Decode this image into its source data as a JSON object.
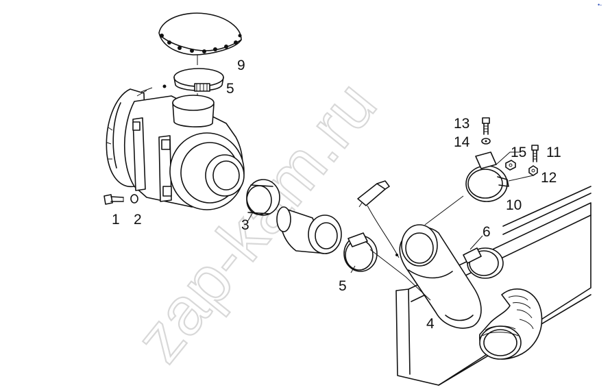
{
  "watermark": {
    "text": "zap-kam.ru"
  },
  "corner_mark": {
    "text": "•-"
  },
  "callouts": [
    {
      "id": "9",
      "text": "9"
    },
    {
      "id": "5a",
      "text": "5"
    },
    {
      "id": "1",
      "text": "1"
    },
    {
      "id": "2",
      "text": "2"
    },
    {
      "id": "3",
      "text": "3"
    },
    {
      "id": "5b",
      "text": "5"
    },
    {
      "id": "4",
      "text": "4"
    },
    {
      "id": "6",
      "text": "6"
    },
    {
      "id": "10",
      "text": "10"
    },
    {
      "id": "13",
      "text": "13"
    },
    {
      "id": "14",
      "text": "14"
    },
    {
      "id": "15",
      "text": "15"
    },
    {
      "id": "11",
      "text": "11"
    },
    {
      "id": "12",
      "text": "12"
    }
  ],
  "colors": {
    "line": "#111111",
    "watermark": "#d8d8d8",
    "background": "#ffffff"
  }
}
